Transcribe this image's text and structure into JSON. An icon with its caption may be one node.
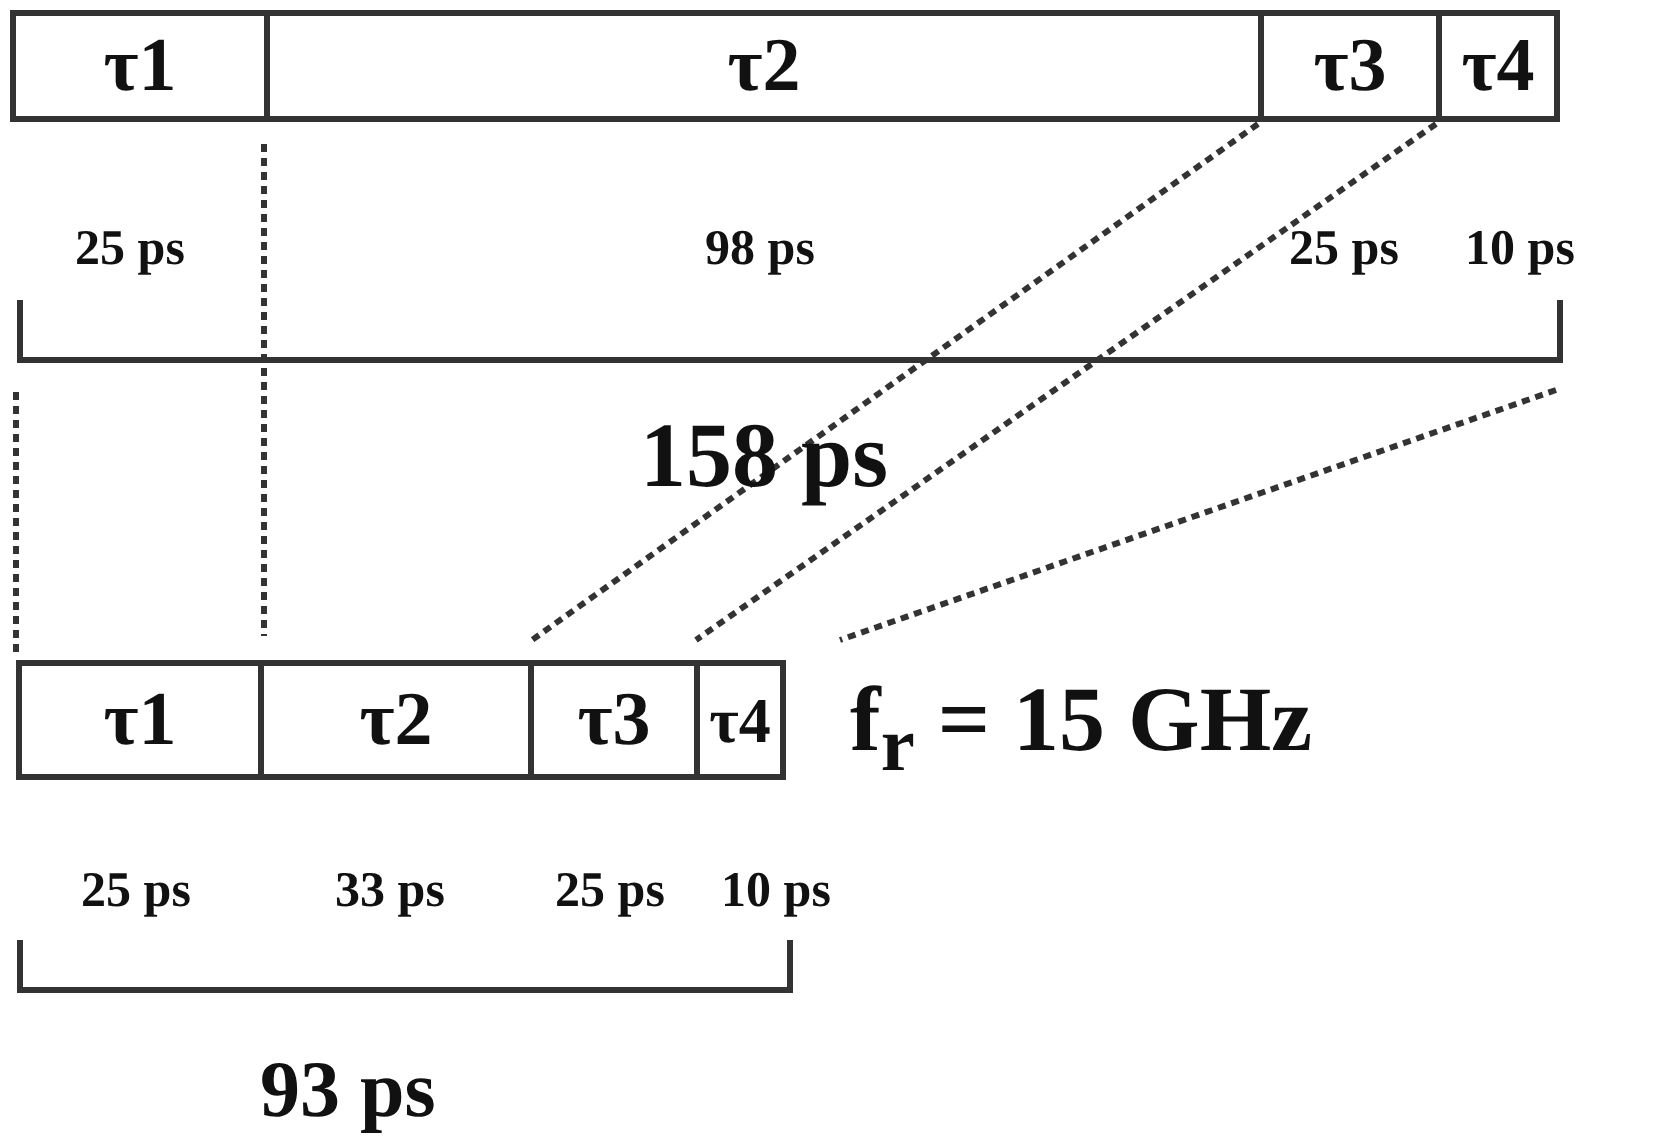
{
  "diagram": {
    "nodes": [
      {
        "text": [
          "τ1"
        ],
        "beside": [
          "25 ps"
        ]
      },
      {
        "text": [
          "τ2"
        ],
        "beside": [
          "98 ps"
        ]
      },
      {
        "text": [
          "τ3"
        ],
        "beside": [
          "25 ps"
        ]
      },
      {
        "text": [
          "τ4"
        ],
        "beside": [
          "10 ps"
        ]
      },
      {
        "text": [
          "τ1"
        ],
        "beside": [
          "25 ps"
        ]
      },
      {
        "text": [
          "τ2"
        ],
        "beside": [
          "33 ps"
        ]
      },
      {
        "text": [
          "τ3"
        ],
        "beside": [
          "25 ps"
        ]
      },
      {
        "text": [
          "τ4"
        ],
        "beside": [
          "10 ps"
        ]
      }
    ],
    "edges": [],
    "labels": [
      "158 ps",
      "f$_{r}$ = 15 GHz",
      "93 ps"
    ]
  }
}
